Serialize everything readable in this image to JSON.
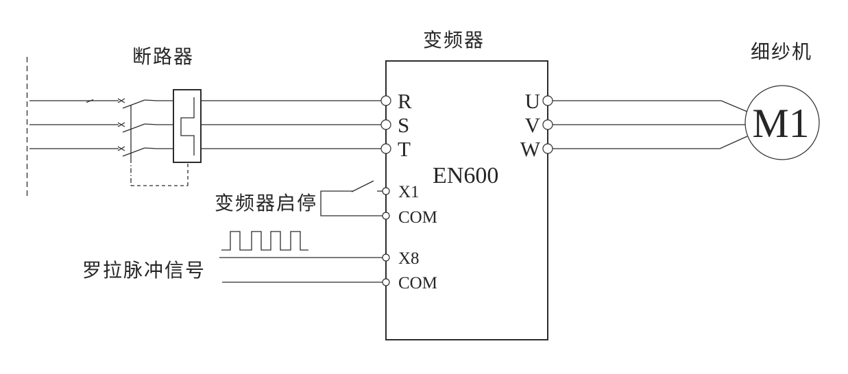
{
  "colors": {
    "line": "#2b2b2b",
    "text": "#262626",
    "background": "#ffffff"
  },
  "labels": {
    "breaker": "断路器",
    "inverter": "变频器",
    "spinning_machine": "细纱机",
    "start_stop": "变频器启停",
    "roller_pulse": "罗拉脉冲信号"
  },
  "inverter": {
    "model": "EN600",
    "input_terminals": [
      "R",
      "S",
      "T"
    ],
    "output_terminals": [
      "U",
      "V",
      "W"
    ],
    "control_terminals": [
      "X1",
      "COM",
      "X8",
      "COM"
    ]
  },
  "motor": {
    "label": "M1"
  }
}
